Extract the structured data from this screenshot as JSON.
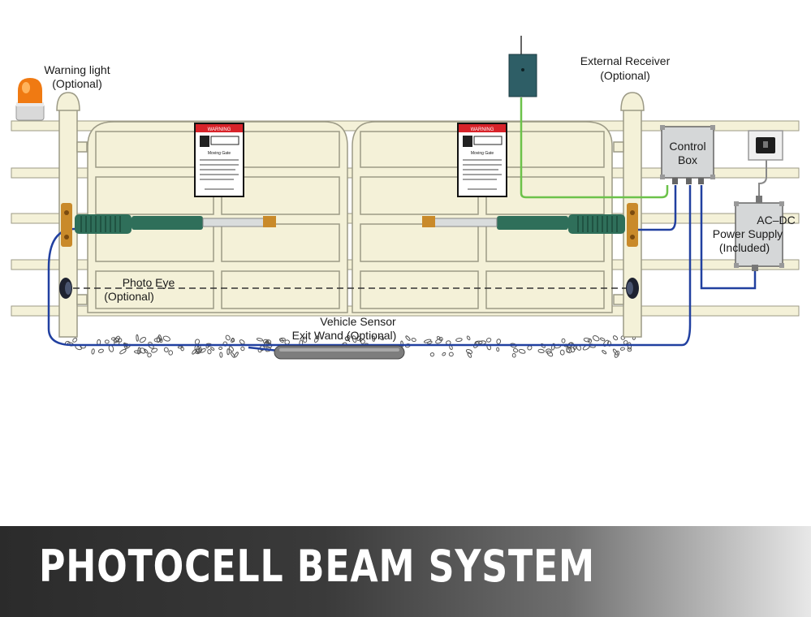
{
  "labels": {
    "warning_light": "Warning light",
    "warning_light_opt": "(Optional)",
    "external_receiver": "External Receiver",
    "external_receiver_opt": "(Optional)",
    "control_box_1": "Control",
    "control_box_2": "Box",
    "ac_dc": "AC–DC",
    "power_supply": "Power Supply",
    "power_supply_inc": "(Included)",
    "photo_eye": "Photo Eye",
    "photo_eye_opt": "(Optional)",
    "vehicle_sensor": "Vehicle Sensor",
    "exit_wand": "Exit Wand (Optional)",
    "sign_header": "WARNING",
    "sign_title": "Moving Gate"
  },
  "banner": {
    "title": "PHOTOCELL BEAM SYSTEM"
  },
  "colors": {
    "fence": "#f4f1d8",
    "fence_outline": "#9c9a86",
    "actuator": "#2f6f5a",
    "wire_blue": "#2140a0",
    "wire_green": "#6cc24a",
    "beacon": "#f07a12",
    "bracket": "#c98a2a"
  }
}
